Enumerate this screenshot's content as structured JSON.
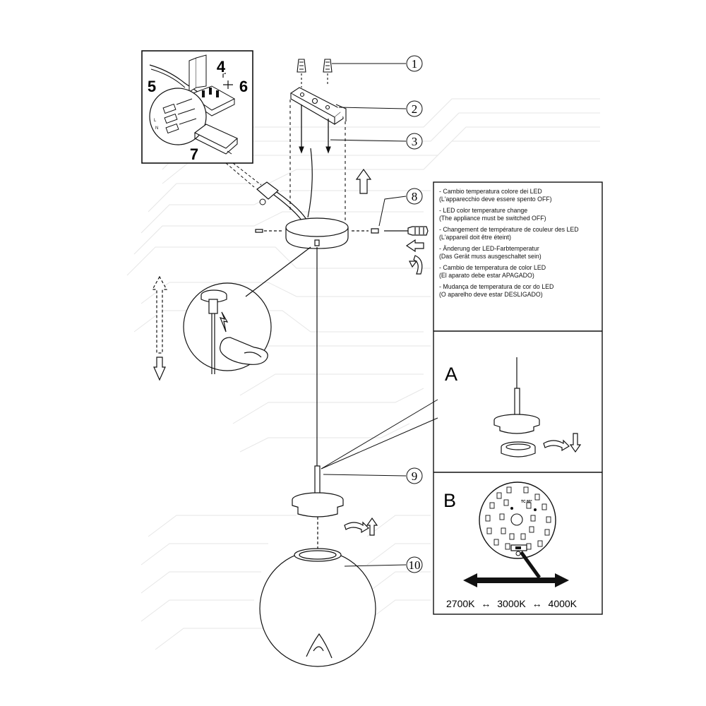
{
  "callouts": [
    "1",
    "2",
    "3",
    "8",
    "9",
    "10"
  ],
  "inset_labels": [
    "4",
    "5",
    "6",
    "7"
  ],
  "instructions": [
    {
      "title": "- Cambio temperatura colore dei LED",
      "note": "(L'apparecchio deve essere spento OFF)"
    },
    {
      "title": "- LED color temperature change",
      "note": "(The appliance must be switched OFF)"
    },
    {
      "title": "- Changement de température de couleur des LED",
      "note": "(L'appareil doit être éteint)"
    },
    {
      "title": "- Änderung der LED-Farbtemperatur",
      "note": "(Das Gerät muss ausgeschaltet sein)"
    },
    {
      "title": "- Cambio de temperatura de color LED",
      "note": "(El aparato debe estar APAGADO)"
    },
    {
      "title": "- Mudança de temperatura de cor do LED",
      "note": "(O aparelho deve estar DESLIGADO)"
    }
  ],
  "panel_a": {
    "letter": "A"
  },
  "panel_b": {
    "letter": "B",
    "board_label": "TC 80°",
    "temperatures": [
      "2700K",
      "3000K",
      "4000K"
    ],
    "separator": "↔"
  },
  "icons": [
    "screw-icon",
    "screwdriver-icon",
    "arrow-up-icon",
    "arrow-left-icon",
    "rotate-arrow-icon",
    "double-arrow-icon",
    "finger-icon",
    "led-chip-icon"
  ]
}
